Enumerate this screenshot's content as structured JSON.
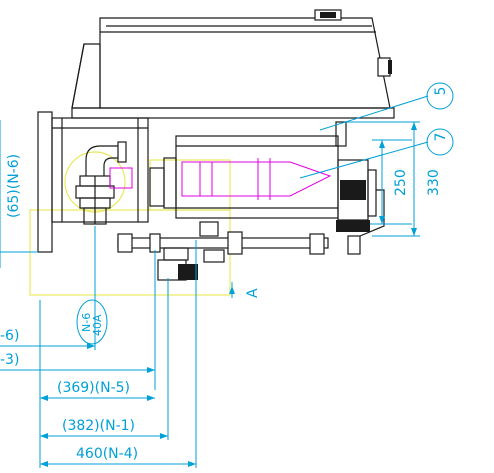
{
  "colors": {
    "dimension": "#00a0d8",
    "outline": "#1a1a1a",
    "highlight_magenta": "#e000e0",
    "highlight_yellow": "#e8e860"
  },
  "callouts": {
    "item5": "5",
    "item7": "7"
  },
  "labels": {
    "view_a": "A",
    "pipe_size_top": "N-6",
    "pipe_size_bottom": "40A"
  },
  "dimensions": {
    "v_250": "250",
    "v_330": "330",
    "v_left": "(65)(N-6)",
    "h_n6": "-6)",
    "h_n3": "-3)",
    "h_369": "(369)(N-5)",
    "h_382": "(382)(N-1)",
    "h_460": "460(N-4)"
  }
}
